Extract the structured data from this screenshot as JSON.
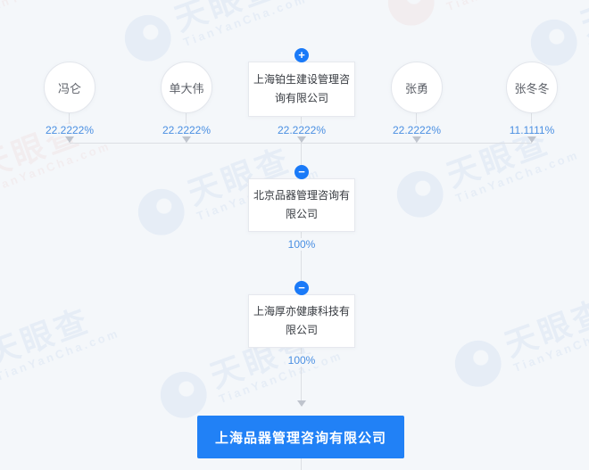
{
  "watermark": {
    "brand": "天眼查",
    "domain": "TianYanCha.com"
  },
  "colors": {
    "page_background": "#f4f7fa",
    "accent_blue": "#2181f6",
    "icon_blue": "#1a7af8",
    "percent_text_blue": "#4a8fe2",
    "line_gray": "#dcdfe4"
  },
  "chart": {
    "type": "equity-structure-diagram",
    "shareholders": [
      {
        "name": "冯仑",
        "node_type": "person-circle",
        "percent": "22.2222%"
      },
      {
        "name": "单大伟",
        "node_type": "person-circle",
        "percent": "22.2222%"
      },
      {
        "name": "上海铂生建设管理咨询有限公司",
        "node_type": "company-box",
        "percent": "22.2222%",
        "expand_icon": "+"
      },
      {
        "name": "张勇",
        "node_type": "person-circle",
        "percent": "22.2222%"
      },
      {
        "name": "张冬冬",
        "node_type": "person-circle",
        "percent": "11.1111%"
      }
    ],
    "chain": [
      {
        "name": "北京品器管理咨询有限公司",
        "percent_to_next": "100%",
        "collapse_icon": "−"
      },
      {
        "name": "上海厚亦健康科技有限公司",
        "percent_to_next": "100%",
        "collapse_icon": "−"
      }
    ],
    "target_company": {
      "name": "上海品器管理咨询有限公司"
    }
  }
}
